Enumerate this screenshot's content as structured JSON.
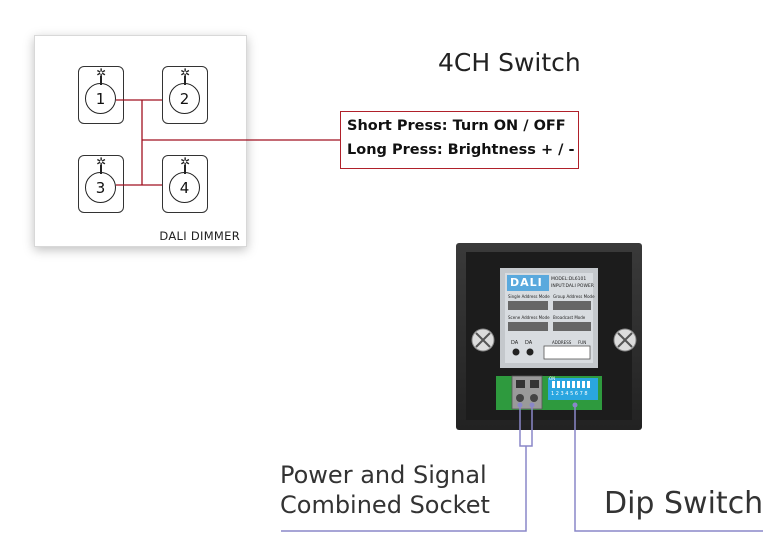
{
  "title": "4CH Switch",
  "panel": {
    "label": "DALI DIMMER",
    "buttons": [
      "1",
      "2",
      "3",
      "4"
    ]
  },
  "callout": {
    "line1": "Short Press: Turn ON / OFF",
    "line2": "Long Press: Brightness + / -"
  },
  "device": {
    "brand": "DALI",
    "model": "MODEL:DL6101",
    "input": "INPUT:DALI POWER",
    "section1": "Single Address Mode",
    "section2": "Group Address Mode",
    "section3": "Scene Address Mode",
    "section4": "Broadcast Mode",
    "terminal1": "DA",
    "terminal2": "DA",
    "address_label": "ADDRESS",
    "fun_label": "FUN",
    "dip_on": "ON",
    "dip_numbers": "1 2 3 4 5 6 7 8"
  },
  "labels": {
    "socket_line1": "Power and Signal",
    "socket_line2": "Combined Socket",
    "dip": "Dip Switch"
  },
  "colors": {
    "callout_border": "#b0202a",
    "connector_line": "#a01020",
    "label_line": "#8a87c8",
    "device_frame": "#2c2c2c",
    "green_board": "#2e9a3e",
    "dip_blue": "#2aa6e0"
  }
}
